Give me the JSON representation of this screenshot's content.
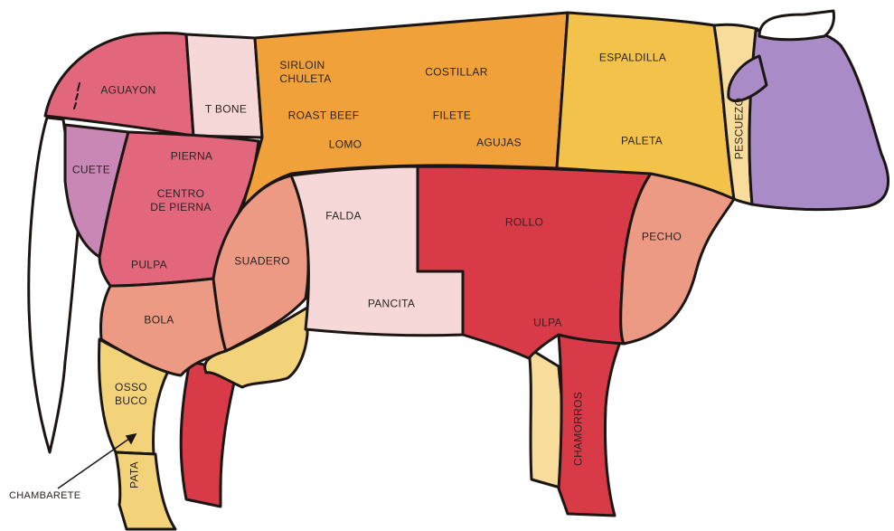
{
  "cuts": {
    "aguayon": "AGUAYON",
    "t_bone": "T BONE",
    "sirloin": "SIRLOIN\nCHULETA",
    "costillar": "COSTILLAR",
    "espaldilla": "ESPALDILLA",
    "roast_beef": "ROAST BEEF",
    "filete": "FILETE",
    "lomo": "LOMO",
    "agujas": "AGUJAS",
    "paleta": "PALETA",
    "pescuezo": "PESCUEZO",
    "cuete": "CUETE",
    "pierna": "PIERNA",
    "centro_pierna": "CENTRO\nDE PIERNA",
    "pulpa": "PULPA",
    "suadero": "SUADERO",
    "falda": "FALDA",
    "rollo": "ROLLO",
    "pecho": "PECHO",
    "pancita": "PANCITA",
    "bola": "BOLA",
    "ulpa": "ULPA",
    "osso_buco": "OSSO\nBUCO",
    "pata": "PATA",
    "chamorros": "CHAMORROS"
  },
  "callout": {
    "chambarete": "CHAMBARETE"
  },
  "colors": {
    "outline": "#1b1613",
    "back": "#f0a13a",
    "shoulder": "#f3c24a",
    "head": "#a98bc7",
    "rump_pink": "#e2677d",
    "leg_red": "#d93a48",
    "cuete": "#c987b5",
    "light_pink": "#f6d8d8",
    "salmon": "#ec9a83",
    "yellow": "#f3d37a",
    "tan": "#f7dc9c"
  }
}
